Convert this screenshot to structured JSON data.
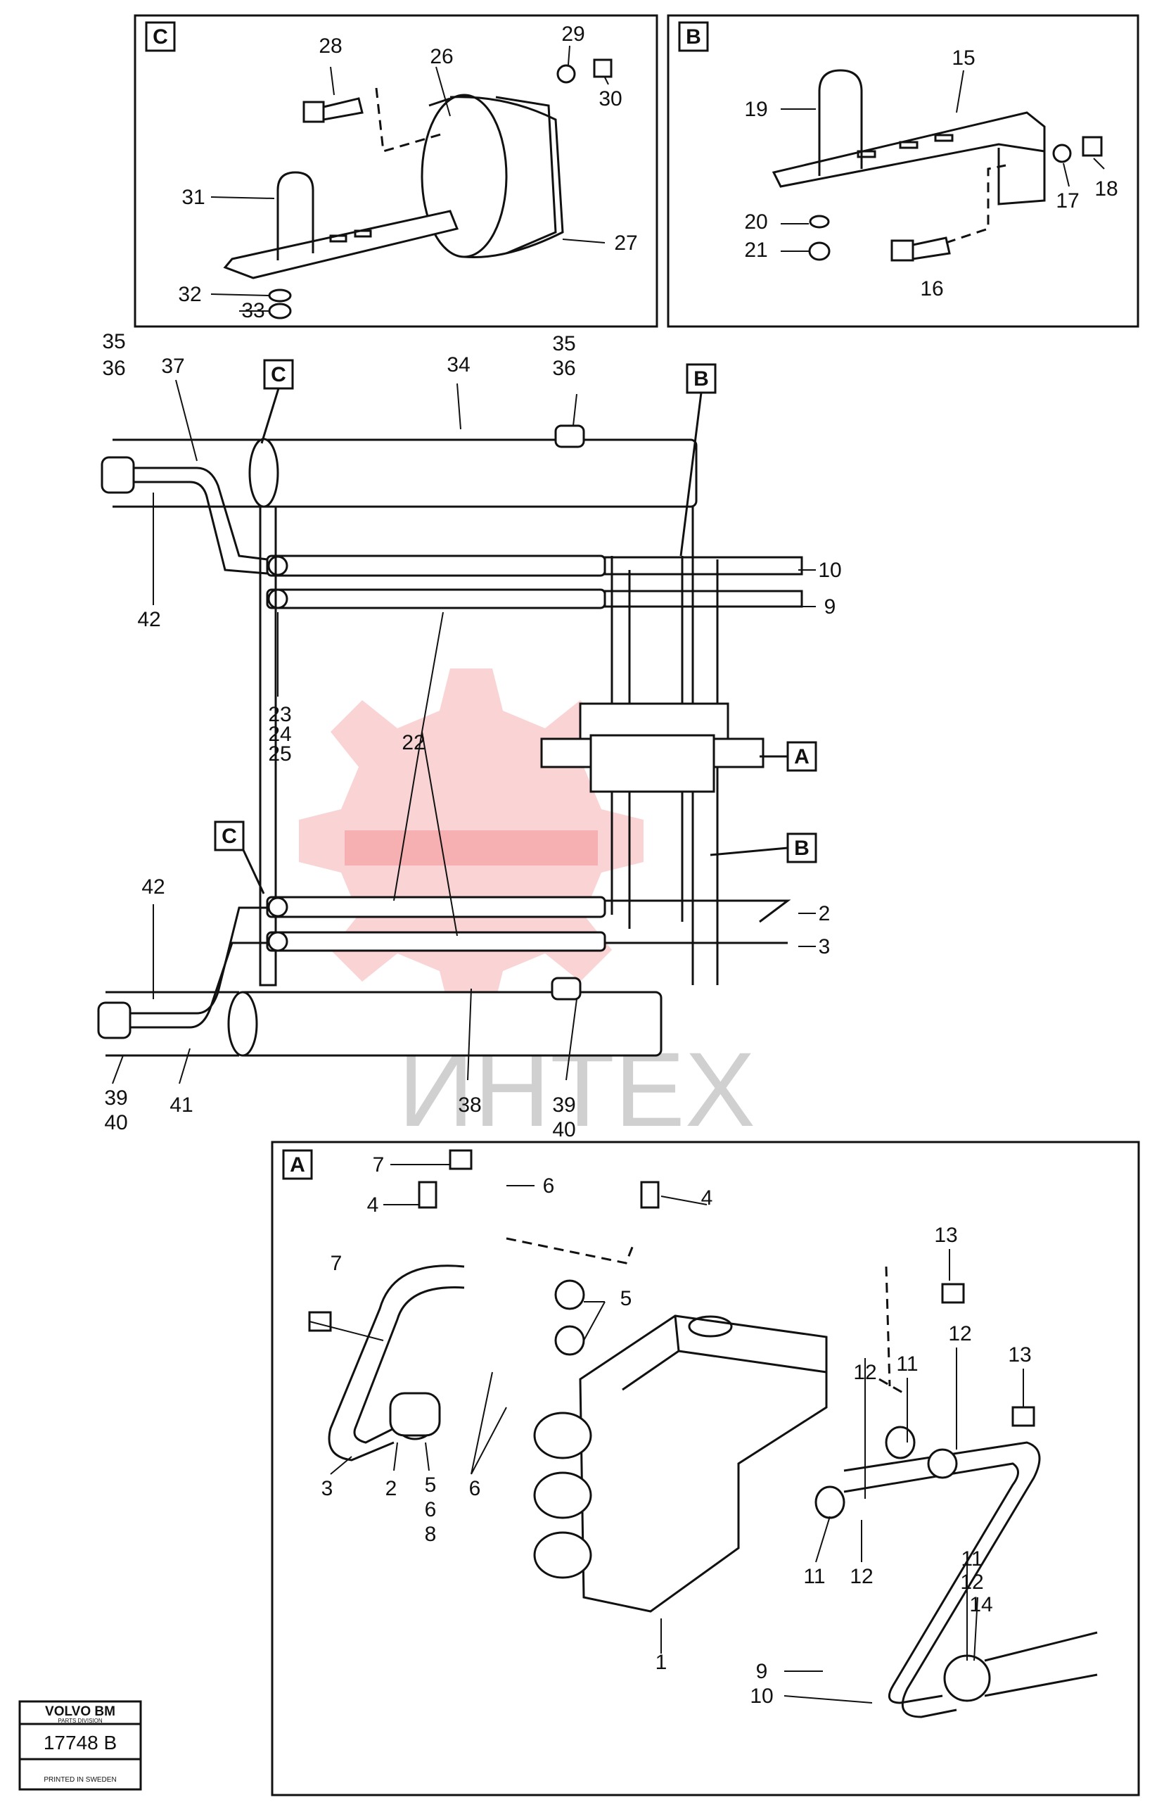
{
  "watermark": {
    "text": "ИНТЕХ"
  },
  "logo": {
    "brand": "VOLVO BM",
    "division": "PARTS DIVISION",
    "number": "17748 B",
    "footer": "PRINTED IN SWEDEN"
  },
  "panels": {
    "c": "C",
    "b": "B",
    "a": "A"
  },
  "callouts": {
    "c": "C",
    "b": "B",
    "a": "A",
    "c2": "C",
    "b2": "B"
  },
  "labels": {
    "n28": "28",
    "n26": "26",
    "n29": "29",
    "n30": "30",
    "n31": "31",
    "n27": "27",
    "n32": "32",
    "n33": "33",
    "n19": "19",
    "n15": "15",
    "n20": "20",
    "n21": "21",
    "n17": "17",
    "n18": "18",
    "n16": "16",
    "n35a": "35",
    "n36a": "36",
    "n37": "37",
    "n34": "34",
    "n35b": "35",
    "n36b": "36",
    "n42a": "42",
    "n10a": "10",
    "n9a": "9",
    "n23": "23",
    "n24": "24",
    "n25": "25",
    "n22": "22",
    "n42b": "42",
    "n2a": "2",
    "n3a": "3",
    "n39a": "39",
    "n40a": "40",
    "n41": "41",
    "n38": "38",
    "n39b": "39",
    "n40b": "40",
    "n7a": "7",
    "n6a": "6",
    "n4a": "4",
    "n4b": "4",
    "n7b": "7",
    "n5a": "5",
    "n13a": "13",
    "n12a": "12",
    "n13b": "13",
    "n11a": "11",
    "n12b": "12",
    "n3b": "3",
    "n2b": "2",
    "n5b": "5",
    "n6b": "6",
    "n8": "8",
    "n6c": "6",
    "n11b": "11",
    "n12c": "12",
    "n11c": "11",
    "n12d": "12",
    "n14": "14",
    "n1": "1",
    "n9b": "9",
    "n10b": "10"
  }
}
